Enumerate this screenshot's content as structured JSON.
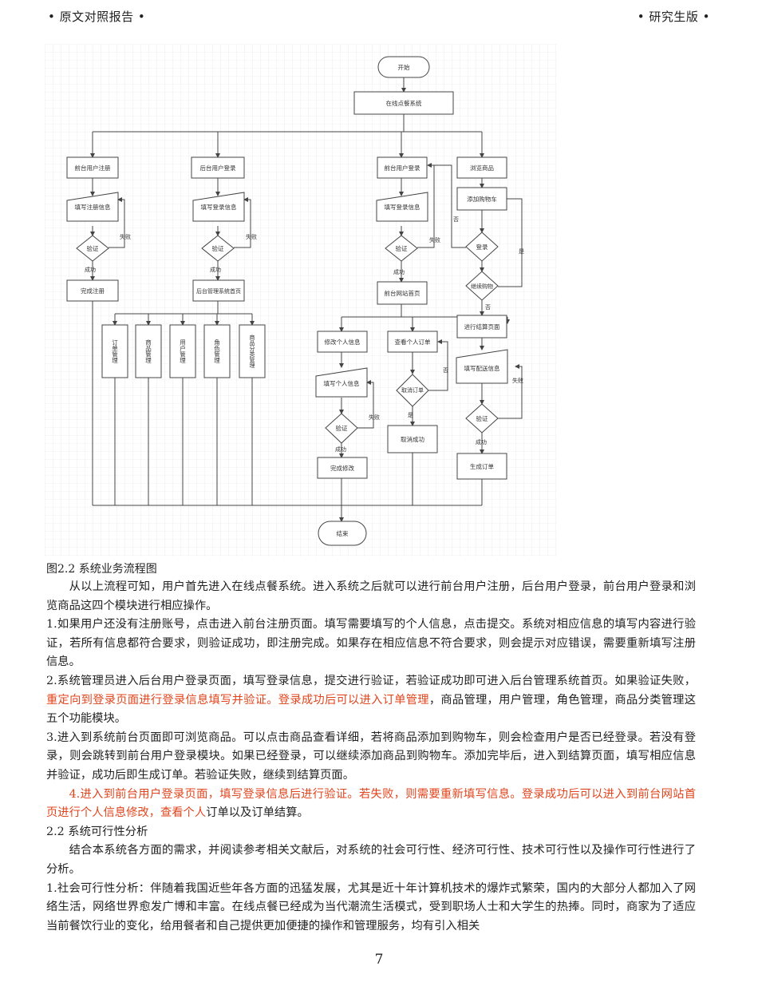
{
  "header": {
    "left": "• 原文对照报告 •",
    "right": "• 研究生版 •"
  },
  "figure": {
    "nodes": {
      "start": "开始",
      "system": "在线点餐系统",
      "fe_register": "前台用户注册",
      "be_login": "后台用户登录",
      "fe_login": "前台用户登录",
      "browse": "浏览商品",
      "fill_register": "填写注册信息",
      "fill_be_login": "填写登录信息",
      "fill_fe_login": "填写登录信息",
      "add_cart": "添加购物车",
      "verify1": "验证",
      "verify2": "验证",
      "verify3": "验证",
      "login_check": "登录",
      "continue_check": "继续购物",
      "finish_register": "完成注册",
      "be_home": "后台管理系统首页",
      "fe_home": "前台网站首页",
      "checkout": "进行结算页面",
      "orders": "订单管理",
      "goods": "商品管理",
      "users": "用户管理",
      "roles": "角色管理",
      "category": "商品分类管理",
      "edit_info": "修改个人信息",
      "view_orders": "查看个人订单",
      "fill_personal": "填写个人信息",
      "cancel_check": "取消订单",
      "fill_delivery": "填写配送信息",
      "verify4": "验证",
      "verify5": "验证",
      "cancel_done": "取消成功",
      "finish_edit": "完成修改",
      "gen_order": "生成订单",
      "end": "结束"
    },
    "edges": {
      "fail": "失败",
      "success": "成功",
      "yes": "是",
      "no": "否"
    }
  },
  "caption": "图2.2 系统业务流程图",
  "paragraphs": [
    {
      "id": "p0",
      "indent": true,
      "segments": [
        {
          "text": "从以上流程可知，用户首先进入在线点餐系统。进入系统之后就可以进行前台用户注册，后台用户登录，前台用户登录和浏览商品这四个模块进行相应操作。",
          "hl": false
        }
      ]
    },
    {
      "id": "p1",
      "indent": false,
      "segments": [
        {
          "text": "1.如果用户还没有注册账号，点击进入前台注册页面。填写需要填写的个人信息，点击提交。系统对相应信息的填写内容进行验证，若所有信息都符合要求，则验证成功，即注册完成。如果存在相应信息不符合要求，则会提示对应错误，需要重新填写注册信息。",
          "hl": false
        }
      ]
    },
    {
      "id": "p2",
      "indent": false,
      "segments": [
        {
          "text": "2.系统管理员进入后台用户登录页面，填写登录信息，提交进行验证，若验证成功即可进入后台管理系统首页。如果验证失败，",
          "hl": false
        },
        {
          "text": "重定向到登录页面进行登录信息填写并验证。登录成功后可以进入订单管理",
          "hl": true
        },
        {
          "text": "，商品管理，用户管理，角色管理，商品分类管理这五个功能模块。",
          "hl": false
        }
      ]
    },
    {
      "id": "p3",
      "indent": false,
      "segments": [
        {
          "text": "3.进入到系统前台页面即可浏览商品。可以点击商品查看详细，若将商品添加到购物车，则会检查用户是否已经登录。若没有登录，则会跳转到前台用户登录模块。如果已经登录，可以继续添加商品到购物车。添加完毕后，进入到结算页面，填写相应信息并验证，成功后即生成订单。若验证失败，继续到结算页面。",
          "hl": false
        }
      ]
    },
    {
      "id": "p4",
      "indent": true,
      "segments": [
        {
          "text": "4.进入到前台用户登录页面，填写登录信息后进行验证。若失败，则需要重新填写信息。登录成功后可以进入到前台网站首页进行个人信息修改，查看个人",
          "hl": true
        },
        {
          "text": "订单以及订单结算。",
          "hl": false
        }
      ]
    },
    {
      "id": "p5",
      "indent": false,
      "segments": [
        {
          "text": "2.2 系统可行性分析",
          "hl": false
        }
      ]
    },
    {
      "id": "p6",
      "indent": true,
      "segments": [
        {
          "text": "结合本系统各方面的需求，并阅读参考相关文献后，对系统的社会可行性、经济可行性、技术可行性以及操作可行性进行了分析。",
          "hl": false
        }
      ]
    },
    {
      "id": "p7",
      "indent": false,
      "segments": [
        {
          "text": "1.社会可行性分析：伴随着我国近些年各方面的迅猛发展，尤其是近十年计算机技术的爆炸式繁荣，国内的大部分人都加入了网络生活，网络世界愈发广博和丰富。在线点餐已经成为当代潮流生活模式，受到职场人士和大学生的热捧。同时，商家为了适应当前餐饮行业的变化，给用餐者和自己提供更加便捷的操作和管理服务，均有引入相关",
          "hl": false
        }
      ]
    }
  ],
  "page_number": "7"
}
